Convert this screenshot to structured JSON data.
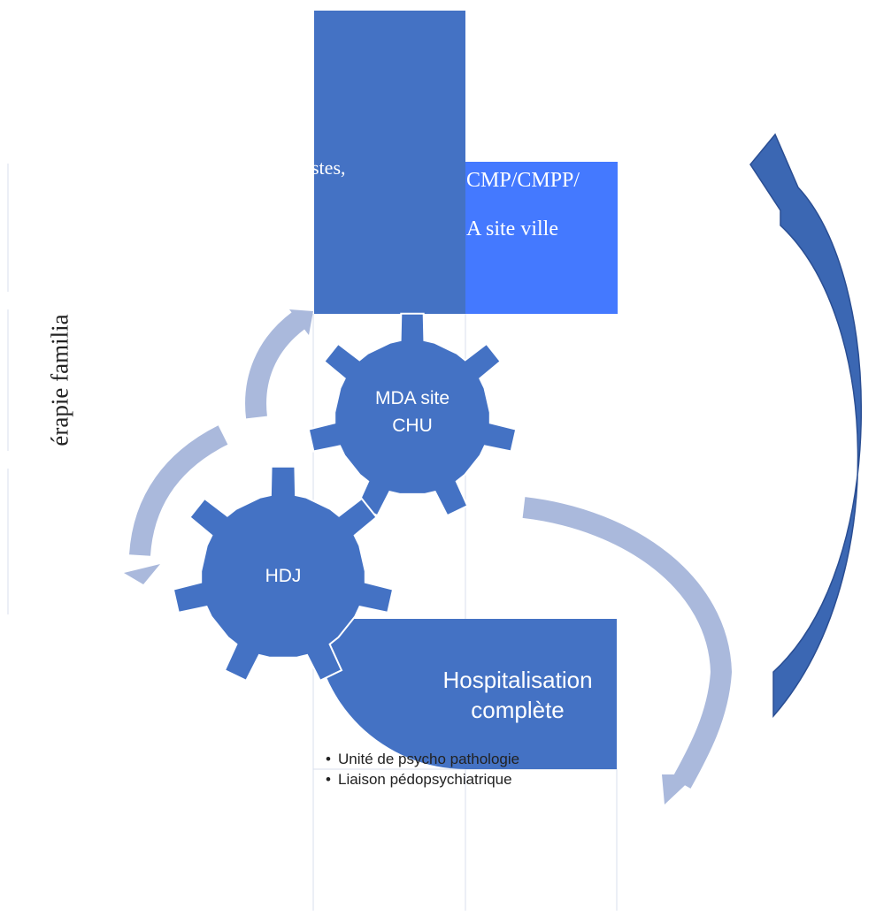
{
  "colors": {
    "primary_blue": "#4472c4",
    "bright_blue": "#4479ff",
    "light_arrow": "#aab9dc",
    "dark_arrow": "#3b67b3",
    "grid_line": "#d9dfee",
    "page": "#ffffff"
  },
  "top_block": {
    "left_text": "stes,",
    "right_line1": "CMP/CMPP/",
    "right_line2": "A site ville"
  },
  "side_label": "érapie familia",
  "gear_mda": {
    "line1": "MDA site",
    "line2": "CHU"
  },
  "gear_hdj": {
    "label": "HDJ"
  },
  "hospitalisation": {
    "line1": "Hospitalisation",
    "line2": "complète"
  },
  "bullets": [
    {
      "symbol": "•",
      "text": "Unité de psycho pathologie"
    },
    {
      "symbol": "•",
      "text": "Liaison pédopsychiatrique"
    }
  ],
  "icons": {
    "gear_large": "gear-icon",
    "gear_small": "gear-icon",
    "cycle_arrows": "curved-arrow-icon"
  }
}
